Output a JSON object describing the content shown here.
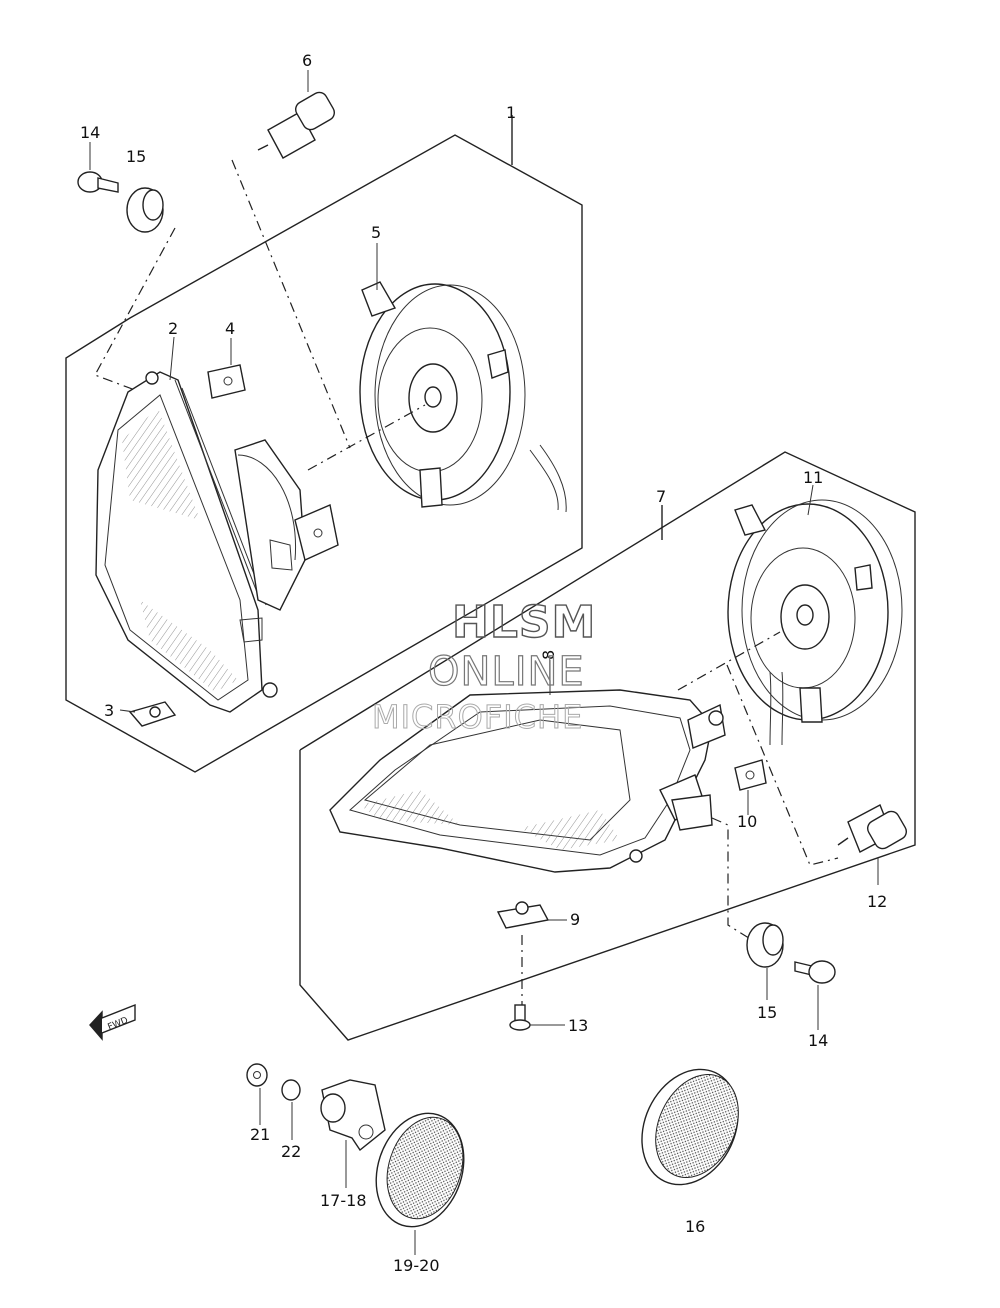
{
  "watermark": {
    "line1": "HLSM",
    "line2": "ONLINE",
    "line3": "MICROFICHE"
  },
  "fwd_label": "FWD",
  "parts": {
    "p1": "1",
    "p2": "2",
    "p3": "3",
    "p4": "4",
    "p5": "5",
    "p6": "6",
    "p7": "7",
    "p8": "8",
    "p9": "9",
    "p10": "10",
    "p11": "11",
    "p12": "12",
    "p13": "13",
    "p14a": "14",
    "p14b": "14",
    "p15a": "15",
    "p15b": "15",
    "p16": "16",
    "p17_18": "17-18",
    "p19_20": "19-20",
    "p21": "21",
    "p22": "22"
  }
}
